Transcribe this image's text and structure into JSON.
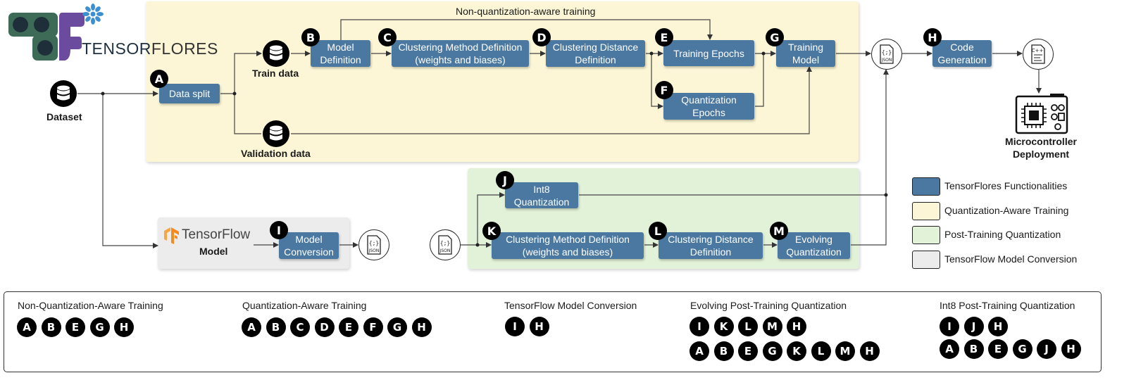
{
  "colors": {
    "functionality": "#4a78a0",
    "qat": "#fcf6d6",
    "ptq": "#e2f2d8",
    "conversion": "#ececec",
    "logo_teal": "#3d6b57",
    "logo_purple": "#6a4b9e",
    "logo_blue": "#3e8fd0",
    "tf_orange": "#f58b1f"
  },
  "logo": {
    "text_dark": "TENSOR",
    "text_light": "FLORES"
  },
  "nodes": {
    "dataset": "Dataset",
    "train_data": "Train data",
    "validation_data": "Validation data",
    "non_qat_label": "Non-quantization-aware training",
    "A": "Data split",
    "B": "Model\nDefinition",
    "C": "Clustering Method Definition\n(weights and biases)",
    "D": "Clustering Distance\nDefinition",
    "E": "Training Epochs",
    "F": "Quantization\nEpochs",
    "G": "Training\nModel",
    "H": "Code\nGeneration",
    "I": "Model\nConversion",
    "J": "Int8\nQuantization",
    "K": "Clustering Method Definition\n(weights and biases)",
    "L": "Clustering Distance\nDefinition",
    "M": "Evolving\nQuantization",
    "tf_name": "TensorFlow",
    "tf_model": "Model",
    "mcu": "Microcontroller\nDeployment",
    "json_text": "JSON",
    "cpp_text": "C++"
  },
  "legend": [
    {
      "label": "TensorFlores Functionalities",
      "color": "#4a78a0"
    },
    {
      "label": "Quantization-Aware Training",
      "color": "#fcf6d6"
    },
    {
      "label": "Post-Training Quantization",
      "color": "#e2f2d8"
    },
    {
      "label": "TensorFlow Model Conversion",
      "color": "#ececec"
    }
  ],
  "summary": [
    {
      "title": "Non-Quantization-Aware Training",
      "rows": [
        [
          "A",
          "B",
          "E",
          "G",
          "H"
        ]
      ]
    },
    {
      "title": "Quantization-Aware Training",
      "rows": [
        [
          "A",
          "B",
          "C",
          "D",
          "E",
          "F",
          "G",
          "H"
        ]
      ]
    },
    {
      "title": "TensorFlow Model Conversion",
      "rows": [
        [
          "I",
          "H"
        ]
      ]
    },
    {
      "title": "Evolving Post-Training Quantization",
      "rows": [
        [
          "I",
          "K",
          "L",
          "M",
          "H"
        ],
        [
          "A",
          "B",
          "E",
          "G",
          "K",
          "L",
          "M",
          "H"
        ]
      ]
    },
    {
      "title": "Int8 Post-Training Quantization",
      "rows": [
        [
          "I",
          "J",
          "H"
        ],
        [
          "A",
          "B",
          "E",
          "G",
          "J",
          "H"
        ]
      ]
    }
  ]
}
